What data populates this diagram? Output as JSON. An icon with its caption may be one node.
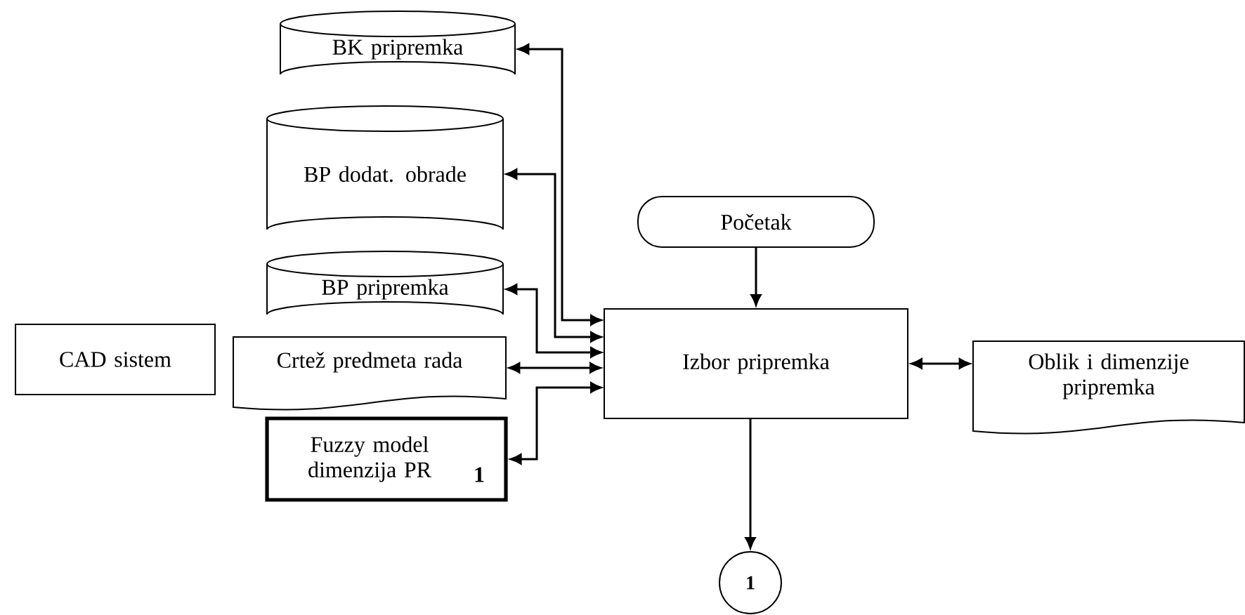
{
  "diagram": {
    "nodes": [
      {
        "text": [
          "BK pripremka"
        ]
      },
      {
        "text": [
          "BP dodat. obrade"
        ]
      },
      {
        "text": [
          "Početak"
        ]
      },
      {
        "text": [
          "BP pripremka"
        ]
      },
      {
        "text": [
          "CAD sistem"
        ]
      },
      {
        "text": [
          "Crtež predmeta rada"
        ]
      },
      {
        "text": [
          "Izbor pripremka"
        ]
      },
      {
        "text": [
          "Oblik i dimenzije pripremka"
        ]
      },
      {
        "text": [
          "Fuzzy model dimenzija PR",
          "1"
        ]
      },
      {
        "text": [
          "1"
        ]
      }
    ],
    "edges": [
      {
        "from": 0,
        "to": 6,
        "arrow": "both"
      },
      {
        "from": 1,
        "to": 6,
        "arrow": "both"
      },
      {
        "from": 3,
        "to": 6,
        "arrow": "both"
      },
      {
        "from": 5,
        "to": 6,
        "arrow": "both"
      },
      {
        "from": 8,
        "to": 6,
        "arrow": "both"
      },
      {
        "from": 2,
        "to": 6,
        "arrow": "to"
      },
      {
        "from": 6,
        "to": 7,
        "arrow": "both"
      },
      {
        "from": 6,
        "to": 9,
        "arrow": "to"
      }
    ]
  }
}
